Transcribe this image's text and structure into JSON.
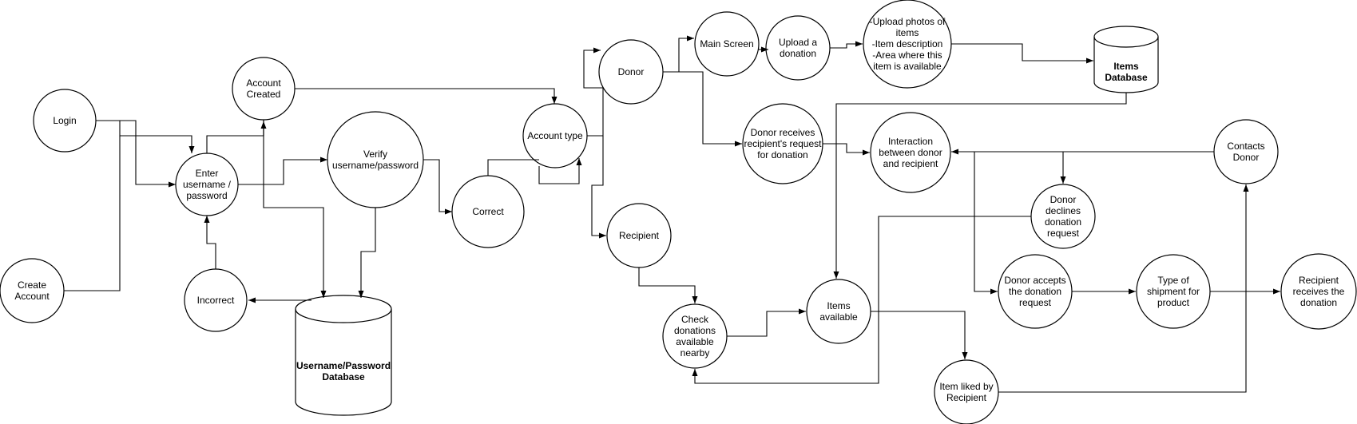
{
  "nodes": {
    "login": "Login",
    "create_account": "Create\nAccount",
    "enter_credentials": "Enter\nusername /\npassword",
    "incorrect": "Incorrect",
    "account_created": "Account\nCreated",
    "verify": "Verify\nusername/password",
    "user_db": "Username/Password\nDatabase",
    "correct": "Correct",
    "account_type": "Account type",
    "donor": "Donor",
    "recipient": "Recipient",
    "main_screen": "Main Screen",
    "upload_donation": "Upload a\ndonation",
    "upload_details": "-Upload photos of\nitems\n-Item description\n-Area where this\nitem is available",
    "items_db": "Items\nDatabase",
    "donor_receives_request": "Donor receives\nrecipient's request\nfor donation",
    "interaction": "Interaction\nbetween donor\nand recipient",
    "contacts_donor": "Contacts\nDonor",
    "donor_declines": "Donor\ndeclines\ndonation\nrequest",
    "donor_accepts": "Donor accepts\nthe donation\nrequest",
    "shipment_type": "Type of\nshipment for\nproduct",
    "recipient_receives": "Recipient\nreceives the\ndonation",
    "check_nearby": "Check\ndonations\navailable\nnearby",
    "items_available": "Items\navailable",
    "item_liked": "Item liked by\nRecipient"
  }
}
